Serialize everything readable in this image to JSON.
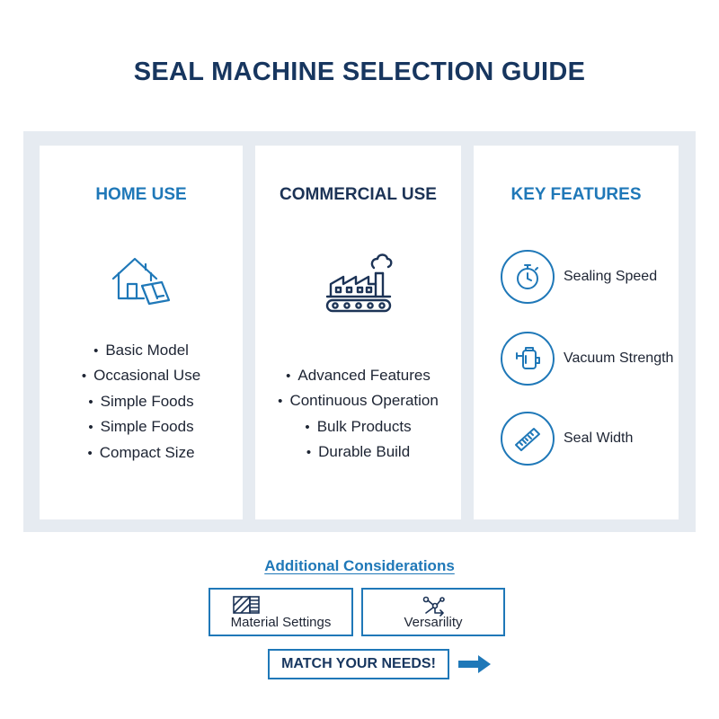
{
  "title": "SEAL MACHINE SELECTION GUIDE",
  "colors": {
    "primary_blue": "#1f78b8",
    "navy": "#17365f",
    "panel_bg": "#e6ebf1"
  },
  "home": {
    "title": "HOME USE",
    "icon": "house-with-box-icon",
    "bullets": [
      "Basic Model",
      "Occasional Use",
      "Simple Foods",
      "Simple Foods",
      "Compact Size"
    ]
  },
  "commercial": {
    "title": "COMMERCIAL USE",
    "icon": "factory-conveyor-icon",
    "bullets": [
      "Advanced Features",
      "Continuous Operation",
      "Bulk Products",
      "Durable Build"
    ]
  },
  "features": {
    "title": "KEY FEATURES",
    "items": [
      {
        "label": "Sealing Speed",
        "icon": "stopwatch-icon"
      },
      {
        "label": "Vacuum Strength",
        "icon": "vacuum-pump-icon"
      },
      {
        "label": "Seal Width",
        "icon": "ruler-icon"
      }
    ]
  },
  "additional": {
    "title": "Additional Considerations",
    "items": [
      {
        "label": "Material Settings",
        "icon": "material-swatch-icon"
      },
      {
        "label": "Versarility",
        "icon": "branching-flow-icon"
      }
    ]
  },
  "cta": {
    "label": "MATCH YOUR NEEDS!",
    "icon": "right-arrow-icon"
  }
}
